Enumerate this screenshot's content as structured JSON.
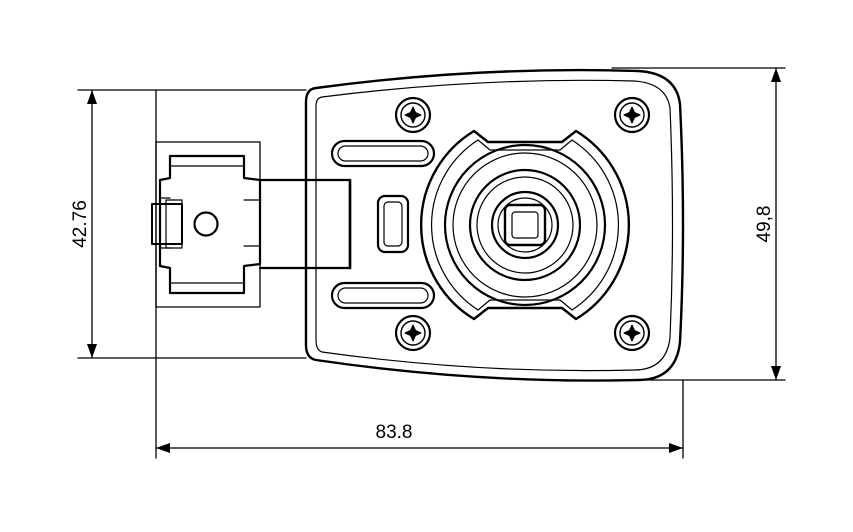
{
  "dimensions": {
    "left_height": "42.76",
    "right_height": "49,8",
    "bottom_width": "83.8"
  },
  "colors": {
    "line": "#000000",
    "background": "#ffffff"
  }
}
